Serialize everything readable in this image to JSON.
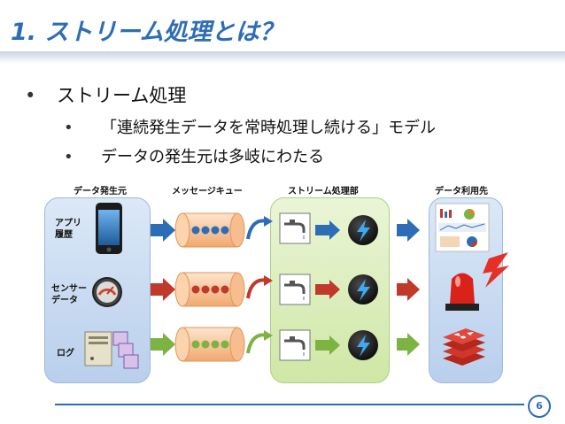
{
  "title": "1. ストリーム処理とは？",
  "bullets": {
    "main": "ストリーム処理",
    "sub1": "「連続発生データを常時処理し続ける」モデル",
    "sub2": "データの発生元は多岐にわたる",
    "marker": "•"
  },
  "diagram": {
    "col_source": "データ発生元",
    "col_queue": "メッセージキュー",
    "col_process": "ストリーム処理部",
    "col_dest": "データ利用先",
    "src_app": "アプリ\n履歴",
    "src_sensor": "センサー\nデータ",
    "src_log": "ログ",
    "row_colors": [
      "#2d6db5",
      "#c0392b",
      "#7cb342"
    ]
  },
  "page_number": "6"
}
